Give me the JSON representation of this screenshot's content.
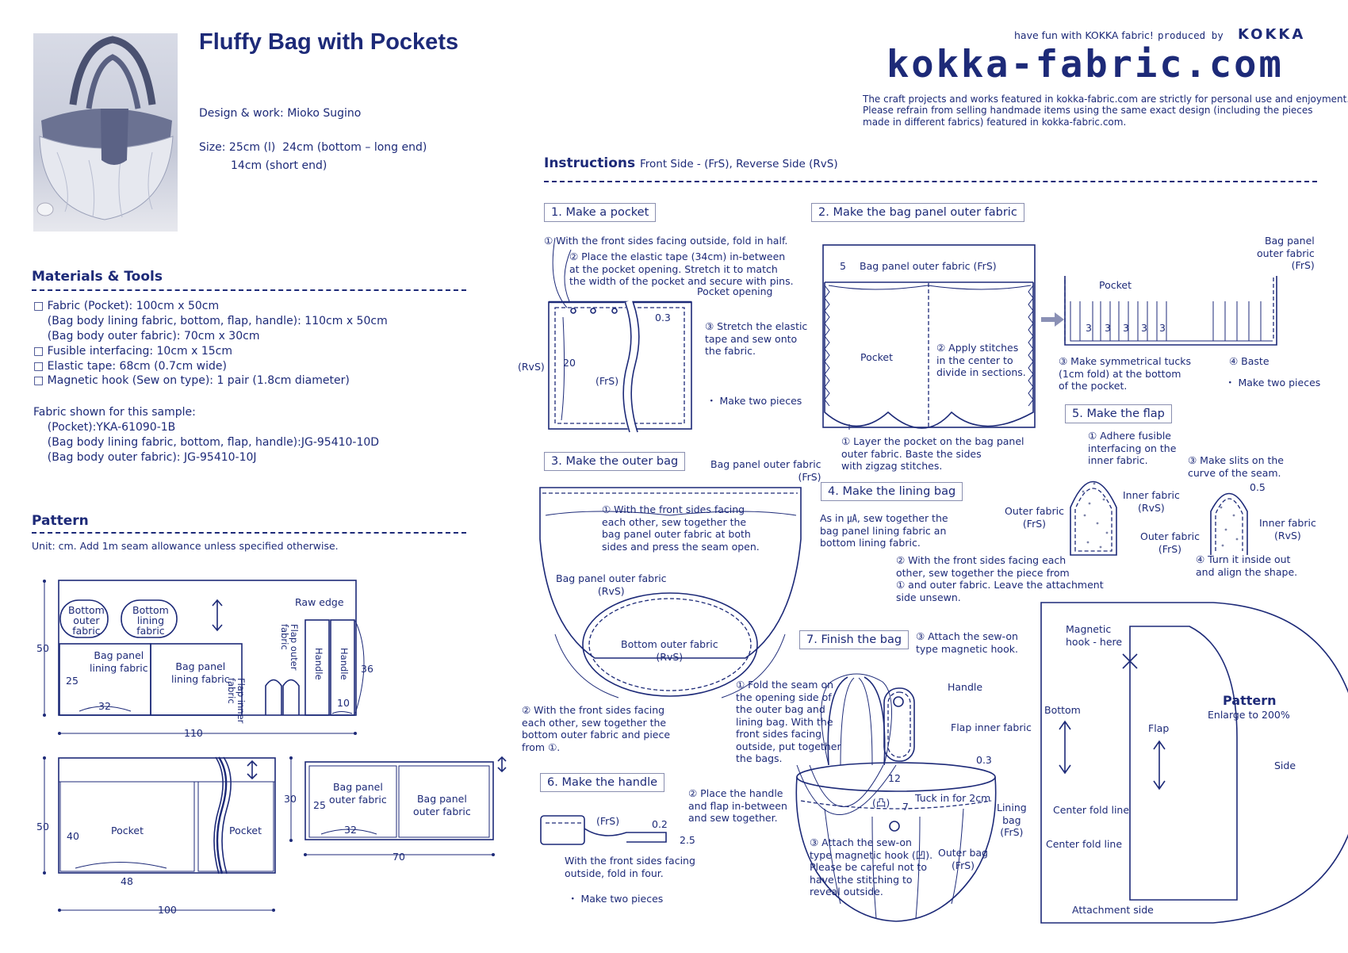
{
  "header": {
    "title": "Fluffy Bag with Pockets",
    "design": "Design & work: Mioko Sugino",
    "size_line1": "Size: 25cm (l)  24cm (bottom – long end)",
    "size_line2": "14cm (short end)",
    "tagline": "have fun with KOKKA fabric!",
    "produced_by": "produced by",
    "brand": "KOKKA",
    "site": "kokka-fabric.com",
    "notice": "The craft projects and works featured in kokka-fabric.com are strictly for personal use and enjoyment.\nPlease refrain from selling handmade items using the same exact design (including the pieces\nmade in different fabrics) featured in kokka-fabric.com."
  },
  "materials": {
    "heading": "Materials & Tools",
    "list": "□ Fabric (Pocket): 100cm x 50cm\n    (Bag body lining fabric, bottom, flap, handle): 110cm x 50cm\n    (Bag body outer fabric): 70cm x 30cm\n□ Fusible interfacing: 10cm x 15cm\n□ Elastic tape: 68cm (0.7cm wide)\n□ Magnetic hook (Sew on type): 1 pair (1.8cm diameter)",
    "sample": "Fabric shown for this sample:\n    (Pocket):YKA-61090-1B\n    (Bag body lining fabric, bottom, flap, handle):JG-95410-10D\n    (Bag body outer fabric): JG-95410-10J"
  },
  "pattern": {
    "heading": "Pattern",
    "unit": "Unit: cm. Add 1m seam allowance unless specified otherwise.",
    "l_bottom_outer": "Bottom\nouter\nfabric",
    "l_bottom_lining": "Bottom\nlining\nfabric",
    "l_raw_edge": "Raw edge",
    "l_bpl1": "Bag panel\nlining fabric",
    "l_bpl2": "Bag panel\nlining fabric",
    "l_flap_inner": "Flap inner\nfabric",
    "l_flap_outer": "Flap outer\nfabric",
    "l_handle1": "Handle",
    "l_handle2": "Handle",
    "d50a": "50",
    "d25a": "25",
    "d32a": "32",
    "d10": "10",
    "d36": "36",
    "d110": "110",
    "d50b": "50",
    "d40": "40",
    "d48": "48",
    "d100": "100",
    "d30": "30",
    "d25b": "25",
    "d32b": "32",
    "d70": "70",
    "l_pocket1": "Pocket",
    "l_pocket2": "Pocket",
    "l_bpo1": "Bag panel\nouter fabric",
    "l_bpo2": "Bag panel\nouter fabric"
  },
  "instructions": {
    "heading": "Instructions",
    "legend": "Front Side - (FrS), Reverse Side (RvS)",
    "step1": {
      "title": "1. Make a pocket",
      "n1": "① With the front sides facing outside, fold in half.",
      "n2": "② Place the elastic tape (34cm) in-between\nat the pocket opening. Stretch it to match\nthe width of the pocket and secure with pins.",
      "opening": "Pocket opening",
      "d03": "0.3",
      "n3": "③ Stretch the elastic\ntape and sew onto\nthe fabric.",
      "rvs": "(RvS)",
      "d20": "20",
      "frs": "(FrS)",
      "two": "・ Make two pieces"
    },
    "step2": {
      "title": "2. Make the bag panel outer fabric",
      "d5": "5",
      "outer": "Bag panel outer fabric (FrS)",
      "pocket": "Pocket",
      "apply": "② Apply stitches\nin the center to\ndivide in sections.",
      "layer": "① Layer the pocket on the bag panel\nouter fabric. Baste the sides\nwith zigzag stitches.",
      "outer_r": "Bag panel\nouter fabric\n(FrS)",
      "pocket_r": "Pocket",
      "t3": "3",
      "tucks": "③ Make symmetrical tucks\n(1cm fold) at the bottom\nof the pocket.",
      "baste": "④ Baste",
      "two": "・ Make two pieces"
    },
    "step3": {
      "title": "3. Make the outer bag",
      "outer_frs": "Bag panel outer fabric\n(FrS)",
      "n1": "① With the front sides facing\neach other, sew together the\nbag panel outer fabric at both\nsides and press the seam open.",
      "outer_rvs": "Bag panel outer fabric\n(RvS)",
      "bottom": "Bottom outer fabric\n(RvS)",
      "n2": "② With the front sides facing\neach other, sew together the\nbottom outer fabric and piece\nfrom ①."
    },
    "step4": {
      "title": "4. Make the lining bag",
      "text": "As in ㎂, sew together the\nbag panel lining fabric an\nbottom lining fabric."
    },
    "step5": {
      "title": "5. Make the flap",
      "n1": "① Adhere fusible\ninterfacing on the\ninner fabric.",
      "n3": "③ Make slits on the\ncurve of the seam.",
      "d05": "0.5",
      "inner1": "Inner fabric\n(RvS)",
      "outer1": "Outer fabric\n(FrS)",
      "inner2": "Inner fabric\n(RvS)",
      "outer2": "Outer fabric\n(FrS)",
      "n2": "② With the front sides facing each\nother, sew together the piece from\n① and outer fabric. Leave the attachment\nside unsewn.",
      "n4": "④ Turn it inside out\nand align the shape."
    },
    "step6": {
      "title": "6. Make the handle",
      "frs": "(FrS)",
      "d02": "0.2",
      "d25": "2.5",
      "text": "With the front sides facing\noutside, fold in four.",
      "two": "・ Make two pieces"
    },
    "step7": {
      "title": "7. Finish the bag",
      "n3a": "③ Attach the sew-on\ntype magnetic hook.",
      "handle": "Handle",
      "flap": "Flap inner fabric",
      "n1": "① Fold the seam on\nthe opening side of\nthe outer bag and\nlining bag. With the\nfront sides facing\noutside, put together\nthe bags.",
      "d03": "0.3",
      "d12": "12",
      "n2": "② Place the handle\nand flap in-between\nand sew together.",
      "mark": "(凸)",
      "d7": "7",
      "tuck": "Tuck in for 2cm",
      "lining": "Lining\nbag\n(FrS)",
      "n3b": "③ Attach the sew-on\ntype magnetic hook (凹).\nPlease be careful not to\nhave the stitching to\nreveal outside.",
      "outer": "Outer bag\n(FrS)"
    },
    "template": {
      "magnetic": "Magnetic\nhook - here",
      "bottom": "Bottom",
      "flap": "Flap",
      "pattern": "Pattern",
      "enlarge": "Enlarge to 200%",
      "side": "Side",
      "cfl1": "Center fold line",
      "cfl2": "Center fold line",
      "attach": "Attachment side"
    }
  }
}
